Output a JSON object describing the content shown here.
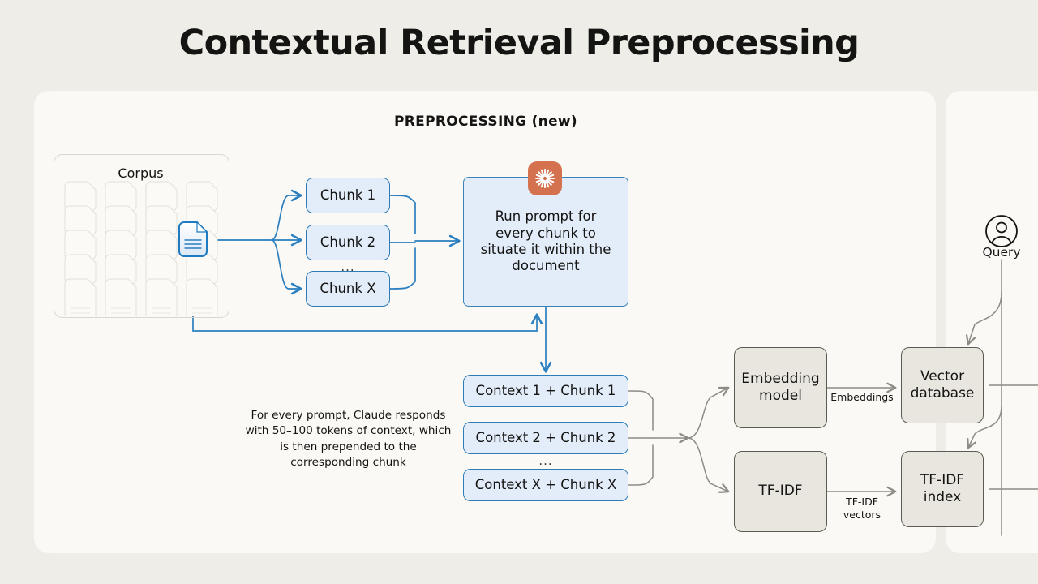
{
  "title": "Contextual Retrieval Preprocessing",
  "colors": {
    "background": "#eeede8",
    "panel": "#faf9f5",
    "blue_fill": "#e3ecf9",
    "blue_stroke": "#2d7cb8",
    "gray_fill": "#e8e6df",
    "gray_stroke": "#5c5a52",
    "wire_blue": "#2b7fc0",
    "wire_gray": "#8d8b84",
    "claude_orange": "#d4714e",
    "text": "#141413"
  },
  "main_panel": {
    "heading": "PREPROCESSING (new)",
    "corpus": {
      "label": "Corpus",
      "doc_icon": "document-icon"
    },
    "chunks": [
      {
        "label": "Chunk 1"
      },
      {
        "label": "Chunk 2"
      },
      {
        "label": "Chunk X"
      }
    ],
    "chunks_ellipsis": "...",
    "prompt_box": {
      "icon": "claude-starburst-icon",
      "text": "Run prompt for every chunk to situate it within the document"
    },
    "contexts": [
      {
        "label": "Context 1 + Chunk 1"
      },
      {
        "label": "Context 2 + Chunk 2"
      },
      {
        "label": "Context X + Chunk X"
      }
    ],
    "contexts_ellipsis": "...",
    "explanation": "For every prompt, Claude responds with 50–100 tokens of context, which is then prepended to the corresponding chunk",
    "processors": [
      {
        "label": "Embedding model"
      },
      {
        "label": "TF-IDF"
      }
    ],
    "stores": [
      {
        "label": "Vector database"
      },
      {
        "label": "TF-IDF index"
      }
    ],
    "edge_labels": [
      {
        "label": "Embeddings"
      },
      {
        "label": "TF-IDF vectors"
      }
    ]
  },
  "right_panel": {
    "query": {
      "label": "Query",
      "icon": "user-avatar-icon"
    }
  }
}
